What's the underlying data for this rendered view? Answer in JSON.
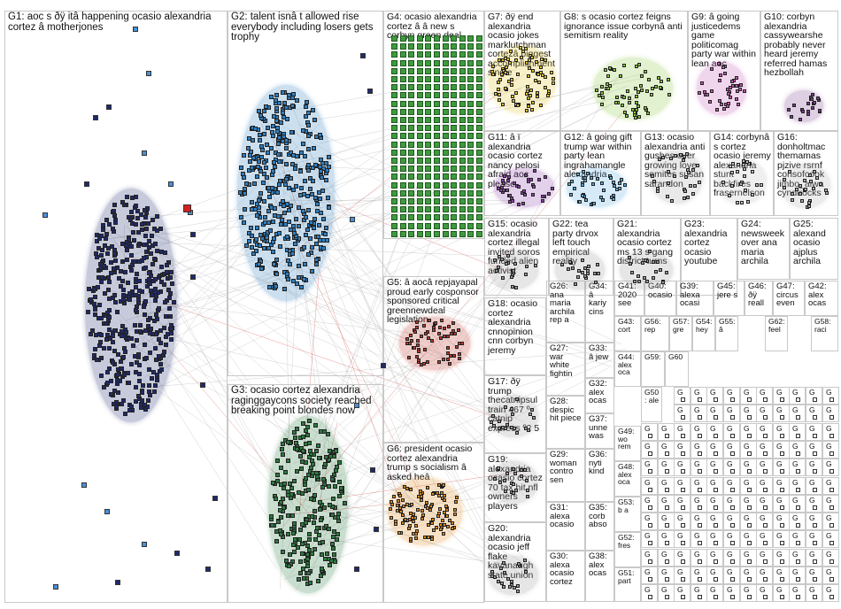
{
  "groups": [
    {
      "id": "G1",
      "label": "G1: aoc s ðÿ itâ happening ocasio alexandria cortez â motherjones",
      "color": "#1f2a6b"
    },
    {
      "id": "G2",
      "label": "G2: talent isnâ t allowed rise everybody including losers gets trophy",
      "color": "#2f7fc1"
    },
    {
      "id": "G3",
      "label": "G3: ocasio cortez alexandria raginggaycons society reached breaking point blondes now",
      "color": "#2c7a3f"
    },
    {
      "id": "G4",
      "label": "G4: ocasio alexandria cortez â â new s corbyn green deal",
      "color": "#3f9a3f"
    },
    {
      "id": "G5",
      "label": "G5: â aocâ repjayapal proud early cosponsor sponsored critical greennewdeal legislation",
      "color": "#c0392b"
    },
    {
      "id": "G6",
      "label": "G6: president ocasio cortez alexandria trump s socialism â asked heâ",
      "color": "#e08a1e"
    },
    {
      "id": "G7",
      "label": "G7: ðÿ end alexandria ocasio jokes marklutchman cortezâ biggest accomplishment single",
      "color": "#e5c227"
    },
    {
      "id": "G8",
      "label": "G8: s ocasio cortez feigns ignorance issue corbynâ anti semitism reality",
      "color": "#8dc63f"
    },
    {
      "id": "G9",
      "label": "G9: â going justicedems game politicomag party war within lean aoc",
      "color": "#c45ab3"
    },
    {
      "id": "G10",
      "label": "G10: corbyn alexandria cassywearshe probably never heard jeremy referred hamas hezbollah",
      "color": "#7b3f8c"
    },
    {
      "id": "G11",
      "label": "G11: â ï alexandria ocasio cortez nancy pelosi afraid aoc please",
      "color": "#8e44ad"
    },
    {
      "id": "G12",
      "label": "G12: â going gift trump war within party lean ingrahamangle alexandria",
      "color": "#5dade2"
    },
    {
      "id": "G13",
      "label": "G13: ocasio alexandria anti gushes over growing love semites susan sarandon",
      "color": "#a9a9a9"
    },
    {
      "id": "G14",
      "label": "G14: corbynâ s cortez ocasio jeremy alexandria stunt backfires frasernelson",
      "color": "#c0c0c0"
    },
    {
      "id": "G16",
      "label": "G16: donholtmac themamas pjzive rsrnf consofcook jimbo_alwa cyndirocks",
      "color": "#b0b0b0"
    },
    {
      "id": "G15",
      "label": "G15: ocasio alexandria cortez illegal invited soros funded alien activist",
      "color": "#9b9b9b"
    },
    {
      "id": "G22",
      "label": "G22: tea party drvox left touch empirical reality",
      "color": "#9b9b9b"
    },
    {
      "id": "G21",
      "label": "G21: alexandria ocasio cortez ms 13 s gang district turns",
      "color": "#9b9b9b"
    },
    {
      "id": "G23",
      "label": "G23: alexandria cortez ocasio youtube",
      "color": "#9b9b9b"
    },
    {
      "id": "G24",
      "label": "G24: newsweek over ana maria archila",
      "color": "#9b9b9b"
    },
    {
      "id": "G25",
      "label": "G25: alexand ocasio ajplus archila",
      "color": "#9b9b9b"
    },
    {
      "id": "G18",
      "label": "G18: ocasio cortez alexandria cnnopinion cnn corbyn jeremy",
      "color": "#9b9b9b"
    },
    {
      "id": "G26",
      "label": "G26: ana maria archila rep a",
      "color": "#9b9b9b"
    },
    {
      "id": "G34",
      "label": "G34: â kariy cins",
      "color": "#9b9b9b"
    },
    {
      "id": "G41",
      "label": "G41: 2020 see",
      "color": "#9b9b9b"
    },
    {
      "id": "G40",
      "label": "G40: ocasio",
      "color": "#9b9b9b"
    },
    {
      "id": "G39",
      "label": "G39: alexa ocasi",
      "color": "#9b9b9b"
    },
    {
      "id": "G45",
      "label": "G45: jere s",
      "color": "#9b9b9b"
    },
    {
      "id": "G46",
      "label": "G46: ðÿ reall",
      "color": "#9b9b9b"
    },
    {
      "id": "G47",
      "label": "G47: circus even",
      "color": "#9b9b9b"
    },
    {
      "id": "G42",
      "label": "G42: alex ocas",
      "color": "#9b9b9b"
    },
    {
      "id": "G17",
      "label": "G17: ðÿ trump thecatnipsul train 467 º catnip express º2 5",
      "color": "#9b9b9b"
    },
    {
      "id": "G27",
      "label": "G27: war white fightin",
      "color": "#9b9b9b"
    },
    {
      "id": "G33",
      "label": "G33: â jew",
      "color": "#9b9b9b"
    },
    {
      "id": "G28",
      "label": "G28: despic hit piece",
      "color": "#9b9b9b"
    },
    {
      "id": "G32",
      "label": "G32: alex ocas",
      "color": "#9b9b9b"
    },
    {
      "id": "G19",
      "label": "G19: alexandria ocasio cortez 70 tax hit nfl owners players",
      "color": "#9b9b9b"
    },
    {
      "id": "G29",
      "label": "G29: woman contro sen",
      "color": "#9b9b9b"
    },
    {
      "id": "G37",
      "label": "G37: unne was",
      "color": "#9b9b9b"
    },
    {
      "id": "G36",
      "label": "G36: nyti kind",
      "color": "#9b9b9b"
    },
    {
      "id": "G20",
      "label": "G20: alexandria ocasio jeff flake kavanaugh state union",
      "color": "#9b9b9b"
    },
    {
      "id": "G31",
      "label": "G31: alexa ocasio",
      "color": "#9b9b9b"
    },
    {
      "id": "G35",
      "label": "G35: corb abso",
      "color": "#9b9b9b"
    },
    {
      "id": "G30",
      "label": "G30: alexa ocasio cortez",
      "color": "#9b9b9b"
    },
    {
      "id": "G38",
      "label": "G38: alex ocas",
      "color": "#9b9b9b"
    },
    {
      "id": "G43",
      "label": "G43: cort",
      "color": "#9b9b9b"
    },
    {
      "id": "G44",
      "label": "G44: alex oca",
      "color": "#9b9b9b"
    },
    {
      "id": "G49",
      "label": "G49: wo rem",
      "color": "#9b9b9b"
    },
    {
      "id": "G48",
      "label": "G48: alex oca",
      "color": "#9b9b9b"
    },
    {
      "id": "G53",
      "label": "G53: b a",
      "color": "#9b9b9b"
    },
    {
      "id": "G52",
      "label": "G52: fres",
      "color": "#9b9b9b"
    },
    {
      "id": "G51",
      "label": "G51: part",
      "color": "#9b9b9b"
    },
    {
      "id": "G50",
      "label": "G50: ale",
      "color": "#9b9b9b"
    },
    {
      "id": "G56",
      "label": "G56: rep",
      "color": "#9b9b9b"
    },
    {
      "id": "G57",
      "label": "G57: gre",
      "color": "#9b9b9b"
    },
    {
      "id": "G54",
      "label": "G54: hey",
      "color": "#9b9b9b"
    },
    {
      "id": "G55",
      "label": "G55: â",
      "color": "#9b9b9b"
    },
    {
      "id": "G62",
      "label": "G62: feel",
      "color": "#9b9b9b"
    },
    {
      "id": "G58",
      "label": "G58: raci",
      "color": "#9b9b9b"
    },
    {
      "id": "G59",
      "label": "G59:",
      "color": "#9b9b9b"
    },
    {
      "id": "G60",
      "label": "G60",
      "color": "#9b9b9b"
    }
  ],
  "small_cell_label": "G"
}
